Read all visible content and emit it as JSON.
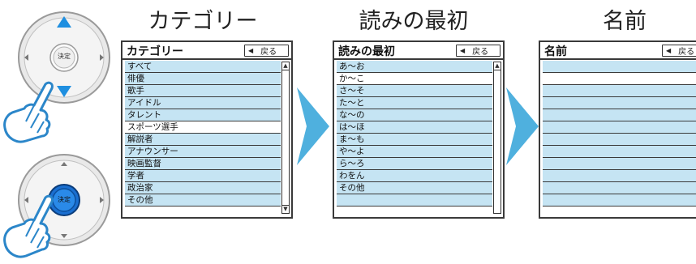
{
  "remote": {
    "center_label": "決定"
  },
  "titles": {
    "category": "カテゴリー",
    "reading": "読みの最初",
    "name": "名前"
  },
  "panels": {
    "category": {
      "header": "カテゴリー",
      "back": "戻る",
      "items": [
        "すべて",
        "俳優",
        "歌手",
        "アイドル",
        "タレント",
        "スポーツ選手",
        "解説者",
        "アナウンサー",
        "映画監督",
        "学者",
        "政治家",
        "その他"
      ],
      "selected_index": 5
    },
    "reading": {
      "header": "読みの最初",
      "back": "戻る",
      "items": [
        "あ～お",
        "か～こ",
        "さ～そ",
        "た～と",
        "な～の",
        "は～ほ",
        "ま～も",
        "や～よ",
        "ら～ろ",
        "わをん",
        "その他",
        ""
      ],
      "selected_index": 1
    },
    "name": {
      "header": "名前",
      "back": "戻る",
      "items": [
        "",
        "",
        "",
        "",
        "",
        "",
        "",
        "",
        "",
        "",
        "",
        ""
      ],
      "selected_index": 1
    }
  },
  "colors": {
    "row_bg": "#c5e4f3",
    "row_selected": "#ffffff",
    "chevron": "#4fb0de",
    "arrow_blue": "#1f8fe0"
  }
}
